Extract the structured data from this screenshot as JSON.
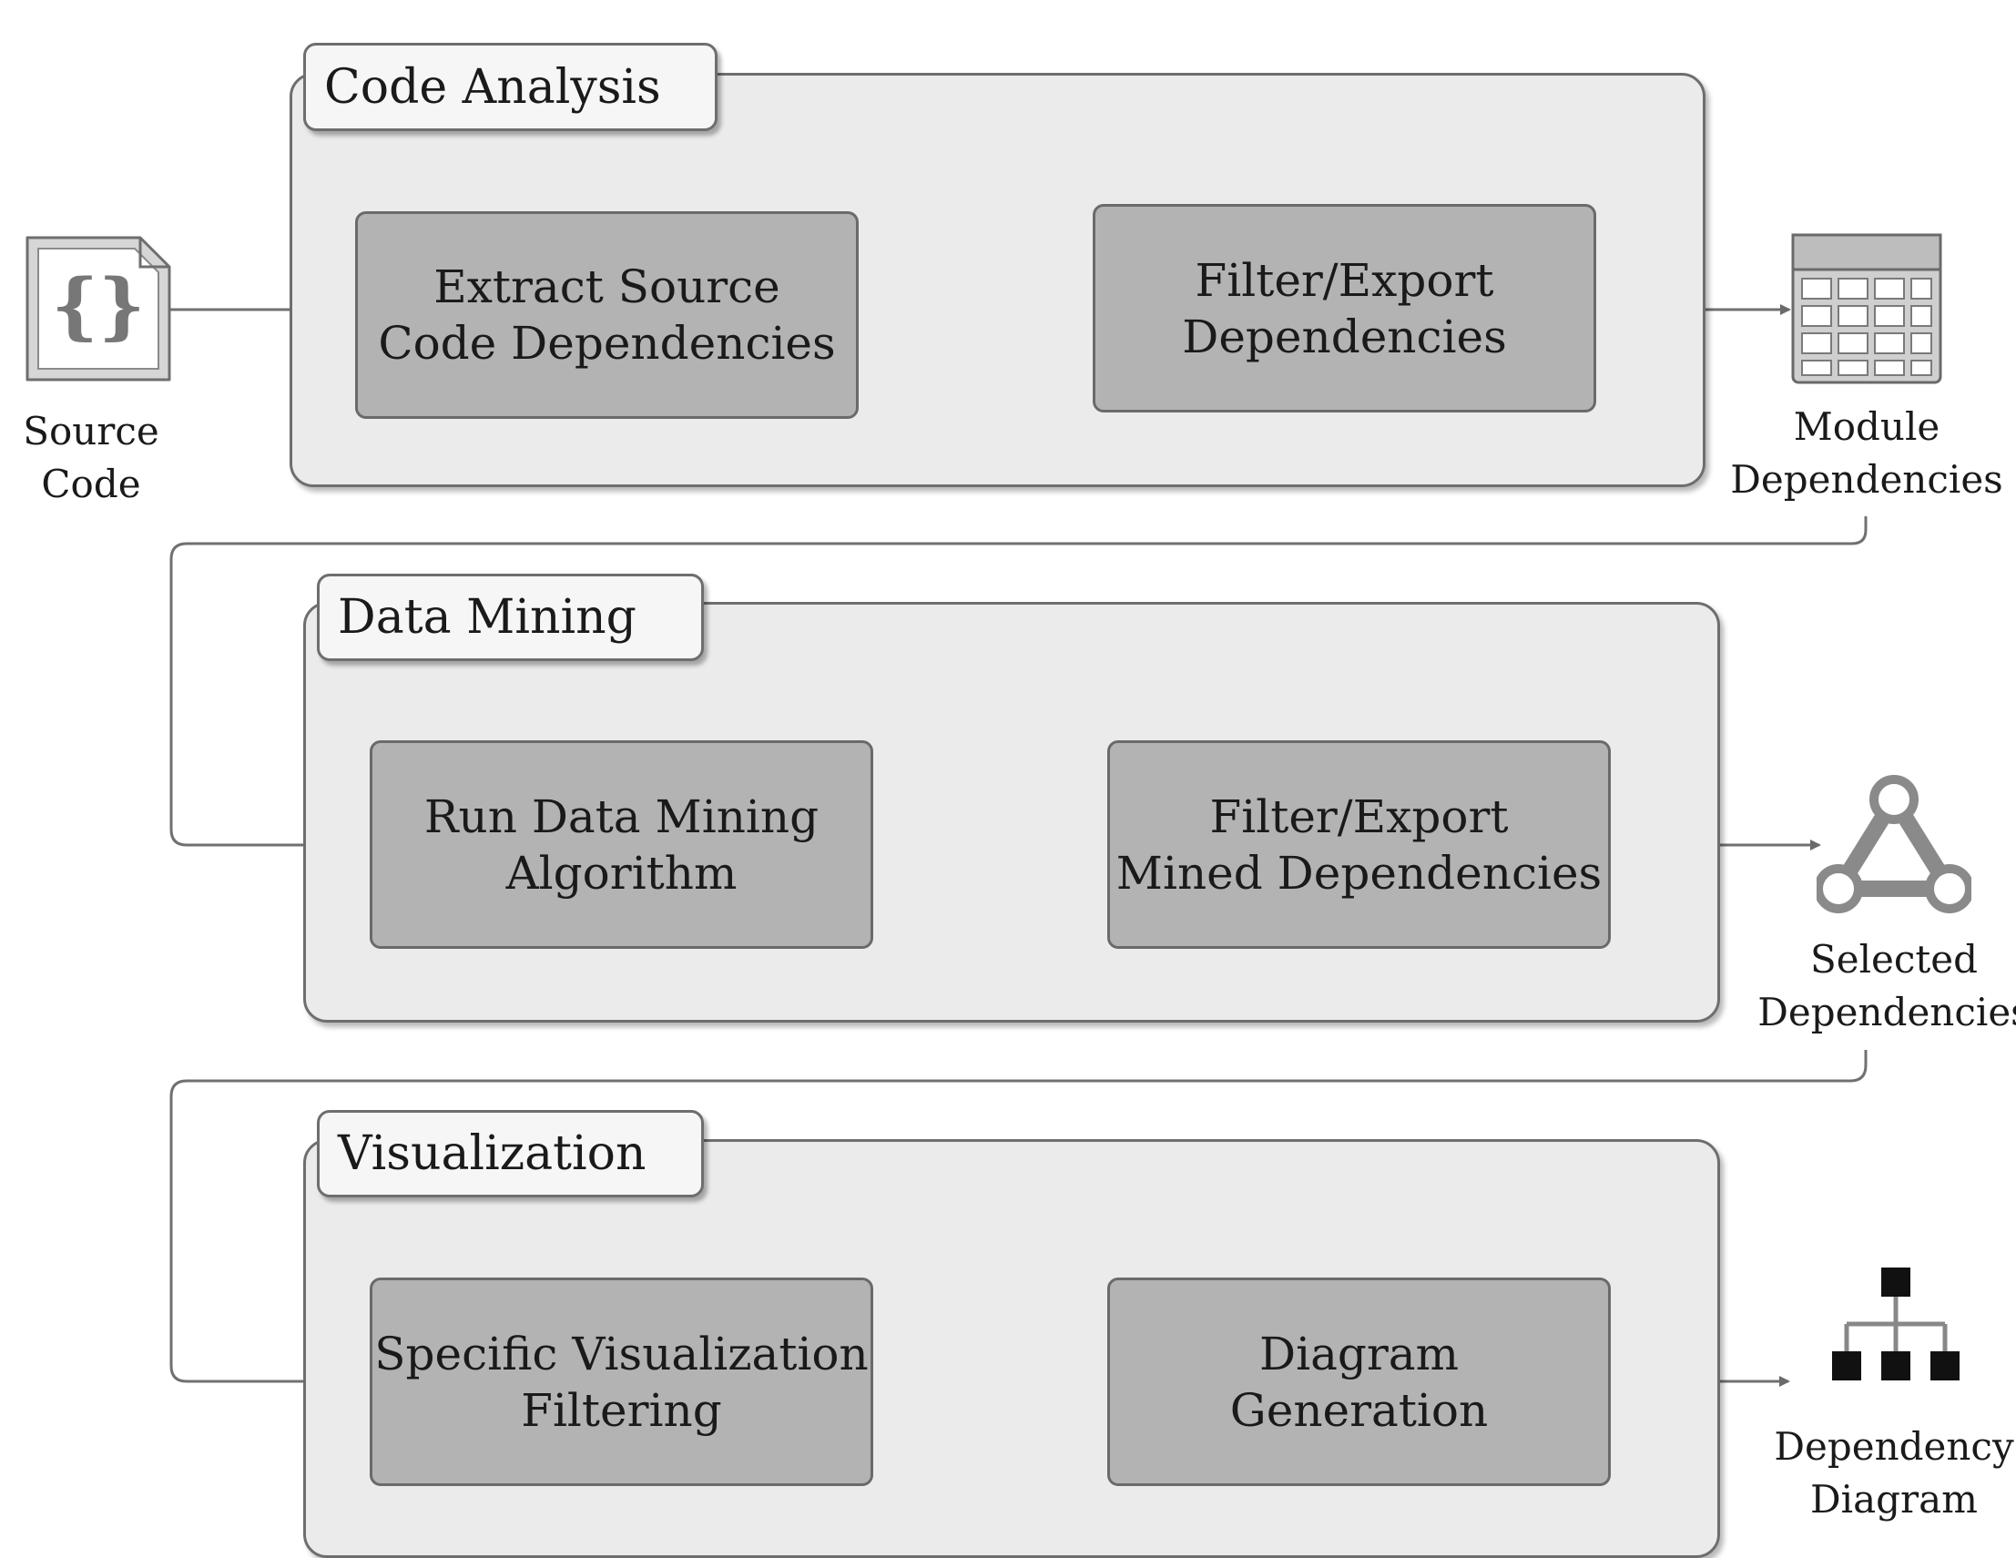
{
  "stages": [
    {
      "title": "Code Analysis",
      "steps": [
        "Extract Source\nCode Dependencies",
        "Filter/Export\nDependencies"
      ]
    },
    {
      "title": "Data Mining",
      "steps": [
        "Run Data Mining\nAlgorithm",
        "Filter/Export\nMined Dependencies"
      ]
    },
    {
      "title": "Visualization",
      "steps": [
        "Specific Visualization\nFiltering",
        "Diagram\nGeneration"
      ]
    }
  ],
  "artifacts": {
    "source_code": {
      "label": "Source\nCode",
      "icon": "code-file-icon"
    },
    "module_dependencies": {
      "label": "Module\nDependencies",
      "icon": "table-icon"
    },
    "selected_dependencies": {
      "label": "Selected\nDependencies",
      "icon": "graph-triangle-icon"
    },
    "dependency_diagram": {
      "label": "Dependency\nDiagram",
      "icon": "hierarchy-icon"
    }
  }
}
